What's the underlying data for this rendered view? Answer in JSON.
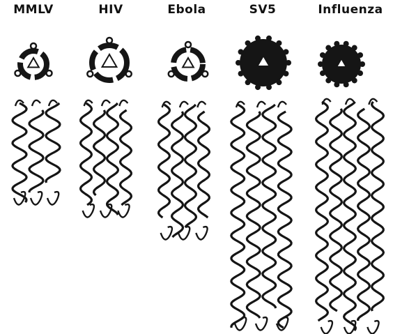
{
  "panels": [
    {
      "label": "MMLV"
    },
    {
      "label": "HIV"
    },
    {
      "label": "Ebola"
    },
    {
      "label": "SV5"
    },
    {
      "label": "Influenza"
    }
  ],
  "colors": {
    "structure": "#151515",
    "background": "#ffffff"
  }
}
